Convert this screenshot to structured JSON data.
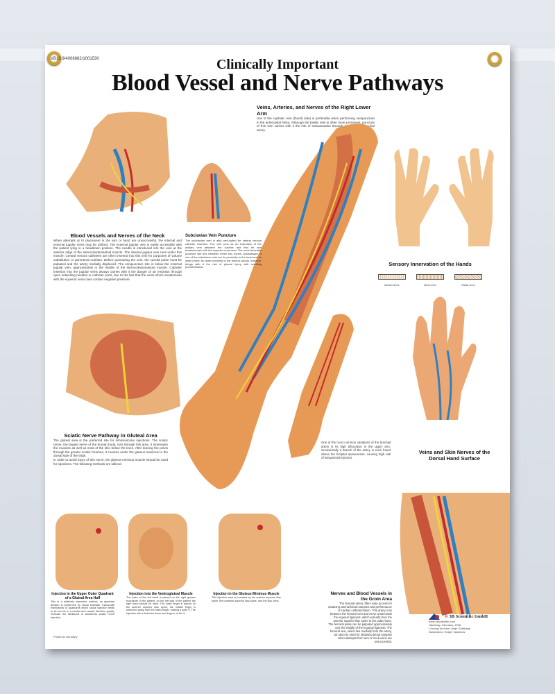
{
  "poster": {
    "code": "VB13 9/4006682/1001530",
    "supertitle": "Clinically Important",
    "title": "Blood Vessel and Nerve Pathways"
  },
  "lower_arm": {
    "heading": "Veins, Arteries, and Nerves of the Right Lower Arm",
    "text": "Use of the cephalic vein (thumb side) is preferable when performing venipuncture in the antecubital fossa. Although the basilic vein is often more prominent, puncture of this vein carries with it the risk of extravasation through injury of the brachial artery.",
    "variation_text": "One of the most common variations of the brachial artery is its high bifurcation in the upper arm. Occasionally a branch of the artery is even found above the bicipital aponeurosis, causing high risk of intraarterial injection."
  },
  "neck": {
    "heading": "Blood Vessels and Nerves of the Neck",
    "text": "When attempts at IV placement in the arm or hand are unsuccessful, the internal and external jugular veins may be utilized. The external jugular vein is easily accessible with the patient lying in a headdown position. The needle is introduced into the vein at the anterior edge of the sternocleidomastoid muscle. The internal jugular vein runs under this muscle. Central venous catheters are often inserted into this vein for purposes of volume substitution or parenteral nutrition. Before puncturing the vein, the carotid pulse must be palpated and the artery medially displaced. The venipuncture site is below the external jugular vein, approximately in the middle of the sternocleidomastoid muscle. Catheter insertion into the jugular veins always carries with it the danger of air embolus through open indwelling needles or catheter ports, due to the fact that the veins which anastomose with the superior vena cava contain negative pressure."
  },
  "subclavian": {
    "heading": "Subclavian Vein Puncture",
    "text": "The subclavian vein is also well-suited for central venous catheter insertion. The vein runs as an extension of the axillary vein between the clavicle and first rib and anastomoses with the superior vena cava. The most favorable puncture site lies between these two bones. Advantages of use of the subclavian vein are its proximity to the heart and its wide lumen; its close proximity to the pleural cupola, however, brings with it the risk of pleural injury with resulting pneumothorax."
  },
  "hands": {
    "heading": "Sensory Innervation of the Hands",
    "legend": [
      "Median Nerve",
      "Ulnar nerve",
      "Radial nerve"
    ]
  },
  "sciatic": {
    "heading": "Sciatic Nerve Pathway in Gluteal Area",
    "text": "The gluteal area is the preferred site for intramuscular injections. The sciatic nerve, the largest nerve of the human body, runs through this area. It innervates the muscles as well as most of the skin below the knee. After leaving the pelvis through the greater sciatic foramen, it courses under the gluteus maximus to the dorsal side of the thigh.",
    "text2": "In order to avoid injury of this nerve, the gluteus minimus muscle should be used for injections. The following methods are utilized:"
  },
  "dorsal_hand": {
    "heading": "Veins and Skin Nerves of the Dorsal Hand Surface"
  },
  "injections": [
    {
      "heading": "Injection in the Upper Outer Quadrant of a Gluteal Area Half",
      "text": "This is a relatively imprecise method, as quadrant division is performed by visual estimate. Inaccurate estimations of quadrants which cause injection fields to be too far in a medial and caudal direction greatly increase the likelihood of accidental sciatic nerve injection."
    },
    {
      "heading": "Injection into the Ventrogluteal Muscle",
      "text": "The palm of the left hand is placed on the right greater trochanter of the patient; on the left side of the patient the right hand should be used. The index finger is placed on the anterior superior iliac spine; the middle finger is stretched away from the index finger, making a wide V. The injection site is between these two fingers, in the V."
    },
    {
      "heading": "Injection in the Gluteus Minimus Muscle",
      "text": "This injection area is bounded by the anterior superior iliac spine, the posterior superior iliac spine, and the iliac crest."
    }
  ],
  "groin": {
    "heading": "Nerves and Blood Vessels in the Groin Area",
    "text": "The femoral artery offers easy access for obtaining arterial blood samples and performance of cardiac catheterization. This artery runs between the femoral vein and nerve underneath the inguinal ligament, which extends from the anterior superior iliac spine to the pubic bone. The femoral pulse can be palpated approximately over the middle of the inguinal ligament. The femoral vein, which lies medially from the artery, can also be used for obtaining blood samples when attempts from arm or neck veins are unsuccessful."
  },
  "footer": {
    "brand": "© 3B Scientific GmbH",
    "credits": [
      "www.3bscientific.com",
      "Hamburg, Germany, 1996",
      "Concept and text: Antje Grottberg",
      "Illustrations: Holger Vanselow"
    ],
    "printed": "Printed in Germany"
  },
  "colors": {
    "skin": "#e9a767",
    "muscle": "#c8553a",
    "vein": "#2f7fc1",
    "artery": "#c42a2a",
    "nerve": "#f2d23b",
    "grommet": "#c9a23a"
  }
}
